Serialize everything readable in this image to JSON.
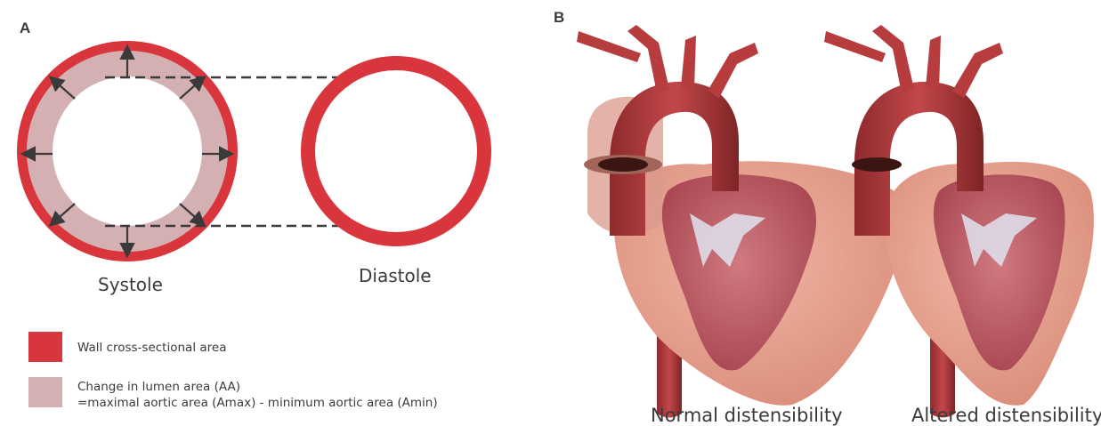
{
  "panel_a": {
    "label": "A",
    "systole_label": "Systole",
    "diastole_label": "Diastole",
    "legend": [
      {
        "text": "Wall cross-sectional area",
        "color": "#d8363c"
      },
      {
        "text": "Change in lumen area (AA)",
        "text2": "=maximal aortic area (Amax) - minimum aortic area (Amin)",
        "color": "#d4b0b2"
      }
    ]
  },
  "panel_b": {
    "label": "B",
    "normal_label": "Normal distensibility",
    "altered_label": "Altered distensibility"
  },
  "colors": {
    "wall": "#d8363c",
    "lumen_change": "#d4b0b2",
    "dashed_line": "#3a3a3a",
    "aorta": "#b8383a",
    "heart_outer": "#e9a48f",
    "heart_inner": "#c96a70"
  }
}
